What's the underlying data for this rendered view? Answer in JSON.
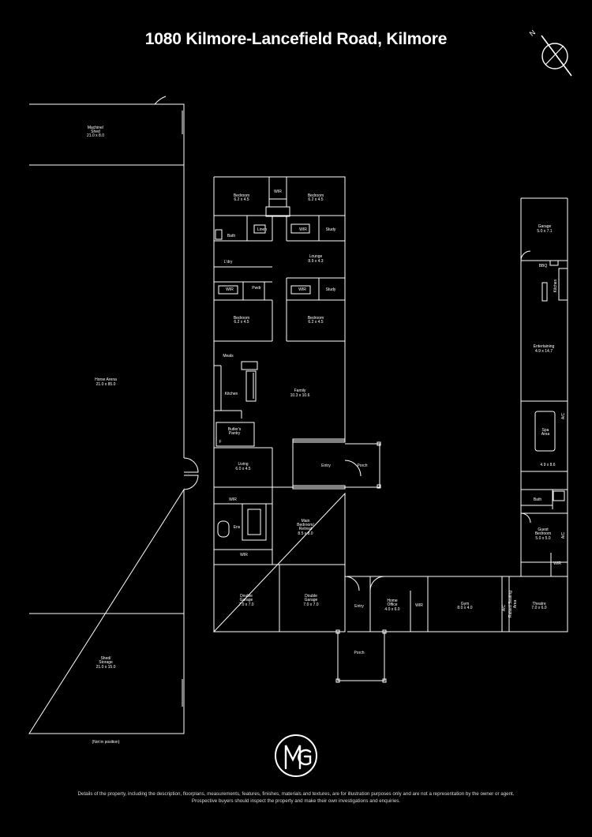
{
  "title": "1080 Kilmore-Lancefield Road, Kilmore",
  "compass": {
    "north_label": "N"
  },
  "shed_building": {
    "machine_shed": [
      "Machine/",
      "Shed",
      "21.0 x 8.0"
    ],
    "horse_arena": [
      "Horse Arena",
      "21.0 x 85.0"
    ],
    "shed_storage": [
      "Shed/",
      "Storage",
      "21.0 x 15.0"
    ],
    "note": "(Not in position)"
  },
  "main_house": {
    "bedroom_tl": [
      "Bedroom",
      "6.2 x 4.5"
    ],
    "wir_top": "WIR",
    "bedroom_tr": [
      "Bedroom",
      "6.2 x 4.5"
    ],
    "bath": "Bath",
    "linen": "Linen",
    "wir_2": "WIR",
    "study_1": "Study",
    "ldry": "L'dry",
    "lounge": [
      "Lounge",
      "8.9 x 4.3"
    ],
    "wir_3": "WIR",
    "pwdr": "Pwdr",
    "wir_4": "WIR",
    "study_2": "Study",
    "bedroom_ml": [
      "Bedroom",
      "6.2 x 4.5"
    ],
    "bedroom_mr": [
      "Bedroom",
      "6.2 x 4.5"
    ],
    "meals": "Meals",
    "kitchen": "Kitchen",
    "family": [
      "Family",
      "10.3 x 10.6"
    ],
    "butlers_pantry": [
      "Butler's",
      "Pantry"
    ],
    "fridge": "F",
    "living": [
      "Living",
      "6.0 x 4.5"
    ],
    "entry": "Entry",
    "porch": "Porch",
    "wir_5": "WIR",
    "ens": "Ens",
    "main_bedroom": [
      "Main",
      "Bedroom/",
      "Retreat",
      "8.5 x 8.0"
    ],
    "wir_6": "WIR",
    "double_garage_1": [
      "Double",
      "Garage",
      "7.0 x 7.0"
    ],
    "double_garage_2": [
      "Double",
      "Garage",
      "7.0 x 7.0"
    ],
    "entry_2": "Entry",
    "porch_2": "Porch"
  },
  "east_wing": {
    "home_office": [
      "Home",
      "Office",
      "4.0 x 6.0"
    ],
    "wir": "WIR",
    "gym": [
      "Gym",
      "8.0 x 4.0"
    ],
    "ac": "A/C",
    "raised_seating": [
      "Raised Seating",
      "Area"
    ],
    "theatre": [
      "Theatre",
      "7.0 x 6.0"
    ],
    "garage": [
      "Garage",
      "5.0 x 7.1"
    ],
    "bbq": "BBQ",
    "kitchen": "Kitchen",
    "entertaining": [
      "Entertaining",
      "4.9 x 14.7"
    ],
    "spa_area": [
      "Spa",
      "Area"
    ],
    "spa_dims": "4.9 x 8.6",
    "bath": "Bath",
    "guest_bedroom": [
      "Guest",
      "Bedroom",
      "5.0 x 5.0"
    ],
    "wir_2": "WIR",
    "ac_2": "A/C",
    "ac_3": "A/C"
  },
  "logo": {
    "letters": "MG"
  },
  "disclaimer": [
    "Details of the property, including the description, floorplans, measurements, features, finishes, materials and textures, are for illustration purposes only and are not a representation by the owner or agent.",
    "Prospective buyers should inspect the property and make their own investigations and enquiries."
  ]
}
